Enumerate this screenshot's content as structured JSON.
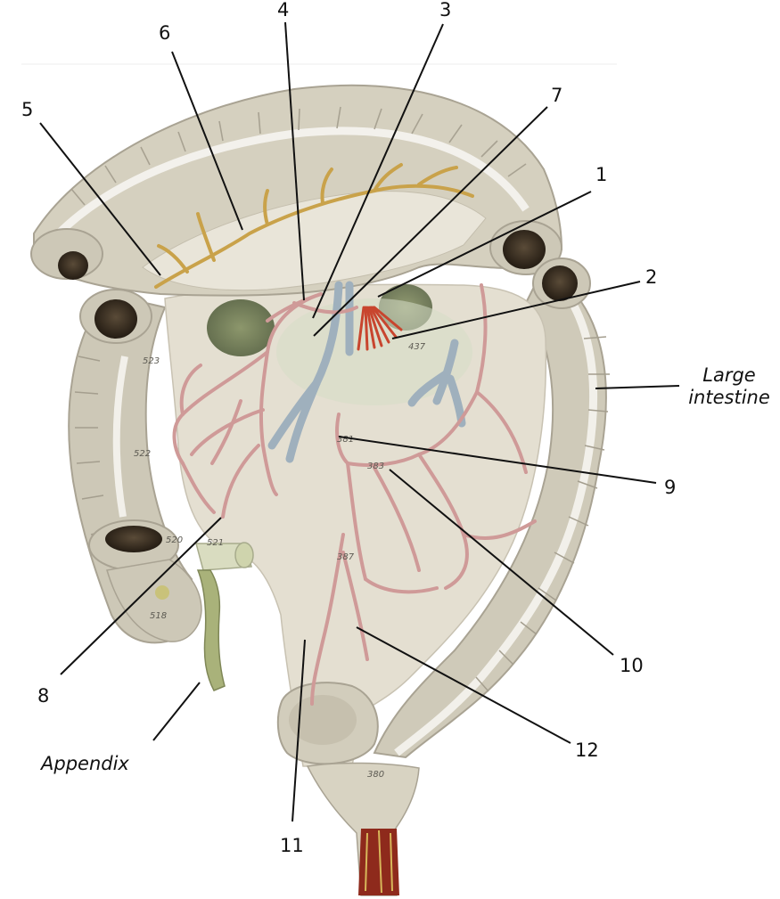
{
  "labels": {
    "n1": "1",
    "n2": "2",
    "n3": "3",
    "n4": "4",
    "n5": "5",
    "n6": "6",
    "n7": "7",
    "n8": "8",
    "n9": "9",
    "n10": "10",
    "n11": "11",
    "n12": "12",
    "large_intestine_line1": "Large",
    "large_intestine_line2": "intestine",
    "appendix": "Appendix"
  },
  "specimen_marks": {
    "m523": "523",
    "m522": "522",
    "m520": "520",
    "m521": "521",
    "m518": "518",
    "m437": "437",
    "m381": "381",
    "m383": "383",
    "m387": "387",
    "m380": "380"
  },
  "colors": {
    "background": "#ffffff",
    "tissue": "#d8d3c4",
    "tissue_dark": "#b9b3a2",
    "mesentery": "#e6e1d3",
    "artery": "#cf9a98",
    "vein": "#9fb0bd",
    "red_artery": "#c8452e",
    "appendix": "#a9b27a",
    "yellow_vessel": "#c9a24a",
    "lumen": "#3a3126",
    "leader": "#111111"
  }
}
